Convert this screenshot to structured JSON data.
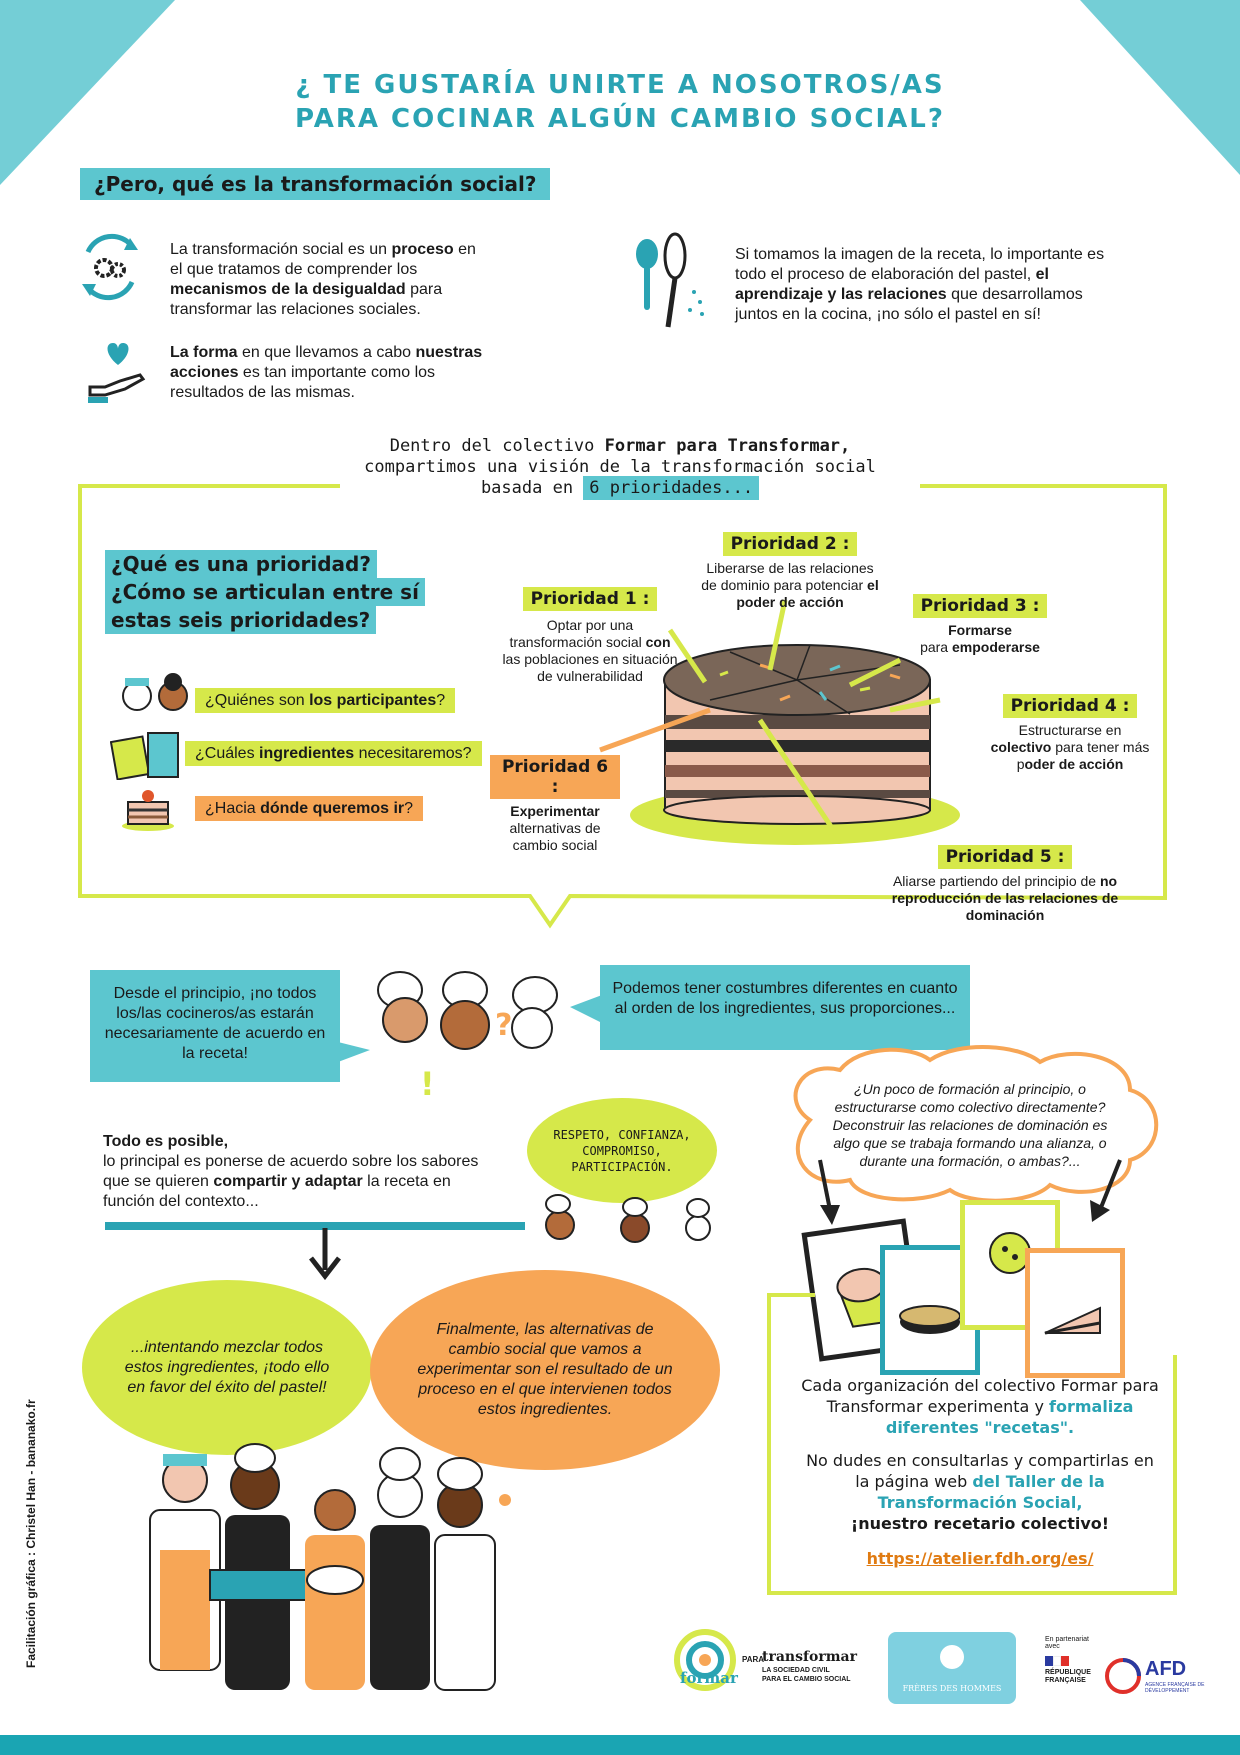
{
  "title": {
    "line1": "¿ TE GUSTARÍA UNIRTE A NOSOTROS/AS",
    "line2": "PARA COCINAR ALGÚN CAMBIO SOCIAL?"
  },
  "section1": {
    "heading": "¿Pero, qué es la transformación social?",
    "block1": {
      "t1": "La transformación social es un ",
      "b1": "proceso",
      "t2": " en el que tratamos de comprender los ",
      "b2": "mecanismos de la desigualdad",
      "t3": " para transformar las relaciones sociales."
    },
    "block2": {
      "b1": "La forma",
      "t1": " en que llevamos a cabo ",
      "b2": "nuestras acciones",
      "t2": " es tan importante como los resultados de las mismas."
    },
    "block3": {
      "t1": "Si tomamos la imagen de la receta, lo importante es todo el proceso de elaboración del pastel, ",
      "b1": "el aprendizaje y las relaciones",
      "t2": " que desarrollamos juntos en la cocina, ¡no sólo el pastel en sí!"
    }
  },
  "intro": {
    "t1": "Dentro del colectivo ",
    "b1": "Formar para Transformar,",
    "t2": "compartimos una visión de la transformación social",
    "t3": "basada en ",
    "hl": "6 prioridades..."
  },
  "questions": {
    "heading1": "¿Qué es una prioridad?",
    "heading2": "¿Cómo se articulan entre sí",
    "heading3": "estas seis prioridades?",
    "q1_pre": "¿Quiénes son ",
    "q1_bold": "los participantes",
    "q1_post": "?",
    "q2_pre": "¿Cuáles ",
    "q2_bold": "ingredientes",
    "q2_post": " necesitaremos?",
    "q3_pre": "¿Hacia ",
    "q3_bold": "dónde queremos ir",
    "q3_post": "?"
  },
  "priorities": [
    {
      "label": "Prioridad 1 :",
      "t1": "Optar por una transformación social ",
      "b1": "con",
      "t2": " las poblaciones en situación de vulnerabilidad"
    },
    {
      "label": "Prioridad 2 :",
      "t1": "Liberarse de las relaciones de dominio para potenciar ",
      "b1": "el poder de acción",
      "t2": ""
    },
    {
      "label": "Prioridad 3 :",
      "b1": "Formarse",
      "t1": "para ",
      "b2": "empoderarse"
    },
    {
      "label": "Prioridad 4 :",
      "t1": "Estructurarse en ",
      "b1": "colectivo",
      "t2": " para tener más p",
      "b2": "oder de acción"
    },
    {
      "label": "Prioridad 5 :",
      "t1": "Aliarse partiendo del principio de ",
      "b1": "no reproducción de las relaciones de dominación"
    },
    {
      "label": "Prioridad 6 :",
      "b1": "Experimentar",
      "t1": "alternativas de cambio social"
    }
  ],
  "middle": {
    "bubble_left": "Desde el principio, ¡no todos los/las cocineros/as estarán necesariamente de acuerdo en la receta!",
    "bubble_right": "Podemos tener costumbres diferentes en cuanto al orden de los ingredientes, sus proporciones...",
    "cloud": "¿Un poco de formación al principio, o estructurarse como colectivo directamente? Deconstruir las relaciones de dominación es algo que se trabaja formando una alianza, o durante una formación, o ambas?...",
    "possible_b1": "Todo es posible,",
    "possible_t1": "lo principal es ponerse de acuerdo sobre los sabores que se quieren ",
    "possible_b2": "compartir y adaptar",
    "possible_t2": " la receta en función del contexto...",
    "values": "RESPETO, CONFIANZA, COMPROMISO, PARTICIPACIÓN."
  },
  "bottom": {
    "blob_left": "...intentando mezclar todos estos ingredientes, ¡todo ello en favor del éxito del pastel!",
    "blob_right": "Finalmente, las alternativas de cambio social que vamos a experimentar son el resultado de un proceso en el que intervienen todos estos ingredientes.",
    "org_t1": "Cada organización del colectivo Formar para Transformar experimenta y ",
    "org_hl": "formaliza diferentes \"recetas\".",
    "org_t2": "No dudes en consultarlas y compartirlas en la página web ",
    "org_hl2": "del Taller de la Transformación Social,",
    "org_b": "¡nuestro recetario colectivo!",
    "url": "https://atelier.fdh.org/es/"
  },
  "credit": "Facilitación gráfica : Christel Han - bananako.fr",
  "logos": {
    "formar": "formar",
    "para": "PARA",
    "transformar": "transformar",
    "sub1": "LA SOCIEDAD CIVIL",
    "sub2": "PARA EL CAMBIO SOCIAL",
    "fdh": "FRÈRES DES HOMMES",
    "partner": "En partenariat avec",
    "rf1": "RÉPUBLIQUE",
    "rf2": "FRANÇAISE",
    "afd": "AFD",
    "afd_sub": "AGENCE FRANÇAISE DE DÉVELOPPEMENT"
  },
  "colors": {
    "teal": "#2aa3b3",
    "light_teal": "#5cc6cf",
    "lime": "#d6e84a",
    "orange": "#f7a656"
  }
}
